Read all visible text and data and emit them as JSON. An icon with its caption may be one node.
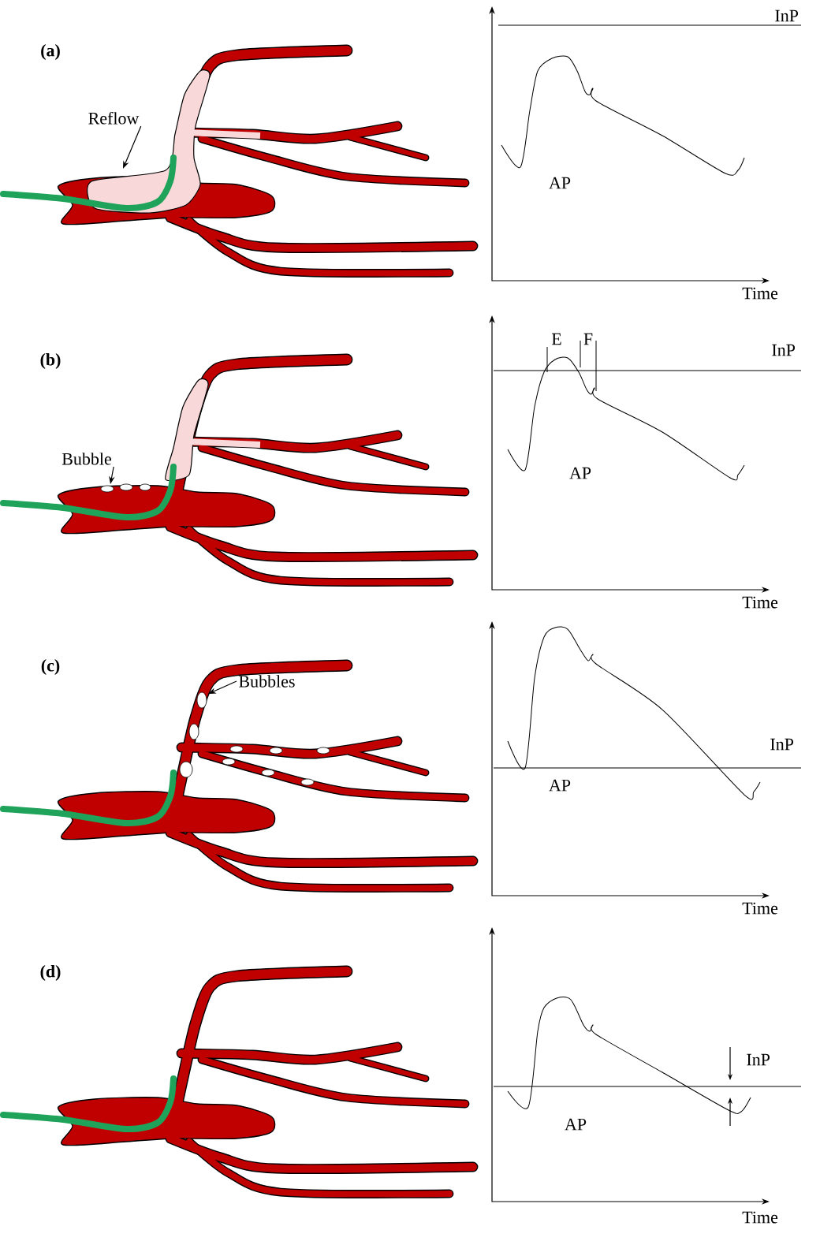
{
  "diagram": {
    "nodes": [
      {
        "text": [
          "Reflow"
        ]
      },
      {
        "text": [
          "Bubble"
        ]
      },
      {
        "text": [
          "Bubbles"
        ]
      }
    ],
    "edges": [
      {
        "from": 0,
        "to": null,
        "arrow": "to"
      },
      {
        "from": 1,
        "to": null,
        "arrow": "to"
      },
      {
        "from": 2,
        "to": null,
        "arrow": "to"
      }
    ],
    "labels": [
      "(a)",
      "InP",
      "AP",
      "Time",
      "(b)",
      "E",
      "F",
      "InP",
      "AP",
      "Time",
      "(c)",
      "InP",
      "AP",
      "Time",
      "(d)",
      "InP",
      "AP",
      "Time"
    ]
  }
}
